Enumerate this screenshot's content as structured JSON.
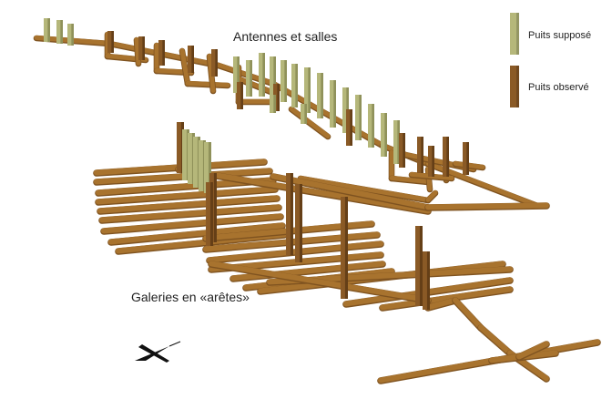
{
  "labels": {
    "upper": "Antennes et salles",
    "lower": "Galeries en «arêtes»"
  },
  "legend": {
    "supposed": "Puits supposé",
    "observed": "Puits observé"
  },
  "colors": {
    "gallery": "#a8732e",
    "gallery_dark": "#7f5320",
    "shaft_supposed": "#b5b77a",
    "shaft_supposed_dark": "#8f915a",
    "shaft_observed": "#8a5a26",
    "shaft_observed_dark": "#653f17"
  },
  "icons": {
    "orientation": "north-arrow-icon"
  }
}
